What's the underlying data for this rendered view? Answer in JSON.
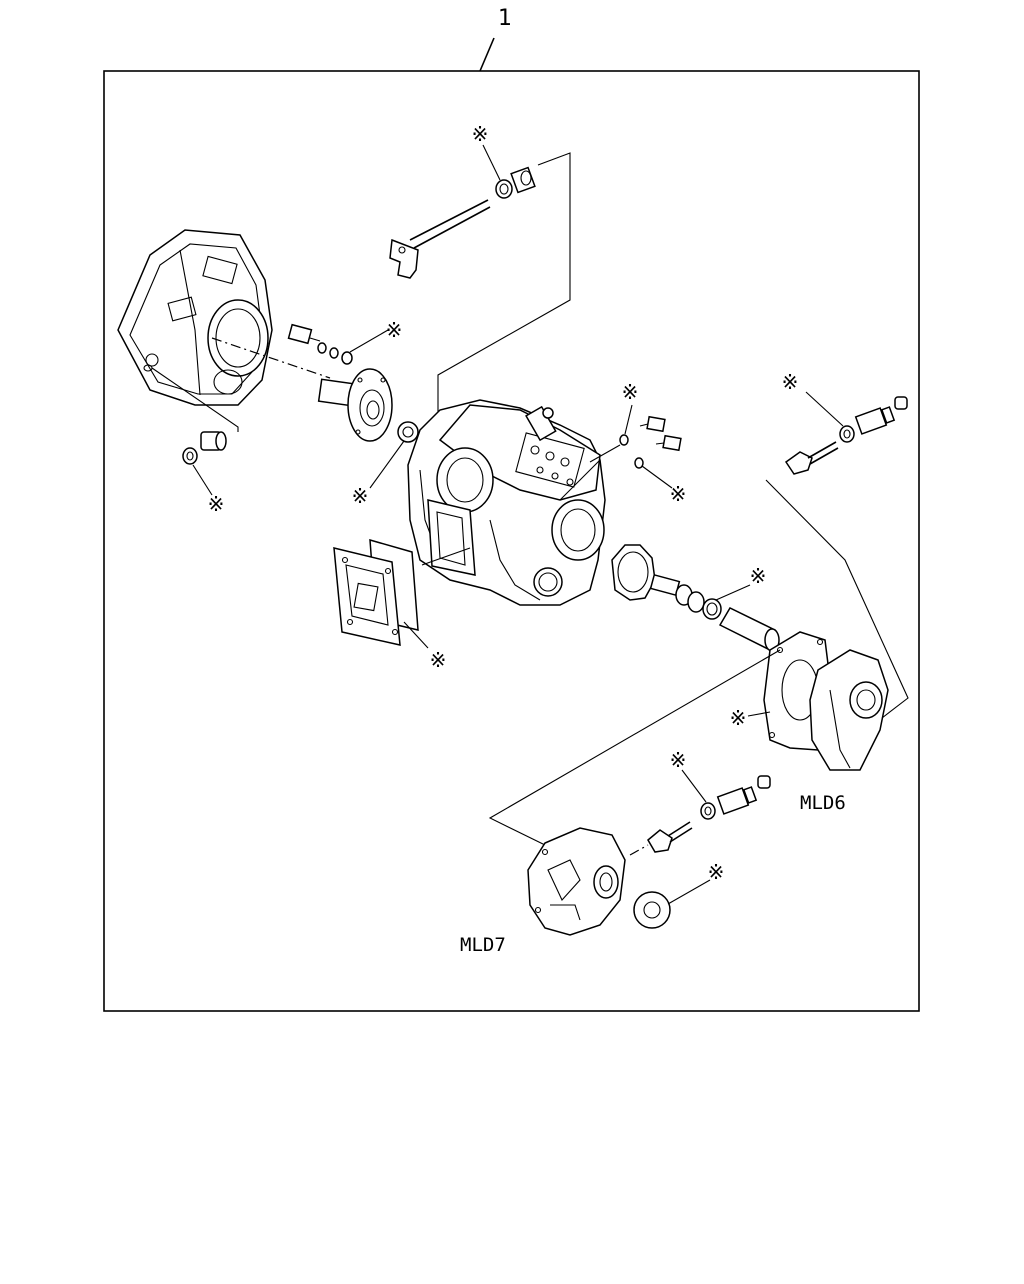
{
  "callout": {
    "item_number": "1"
  },
  "variants": {
    "mld6_label": "MLD6",
    "mld7_label": "MLD7"
  },
  "marker_symbol": "※",
  "colors": {
    "line": "#000000",
    "background": "#ffffff"
  }
}
